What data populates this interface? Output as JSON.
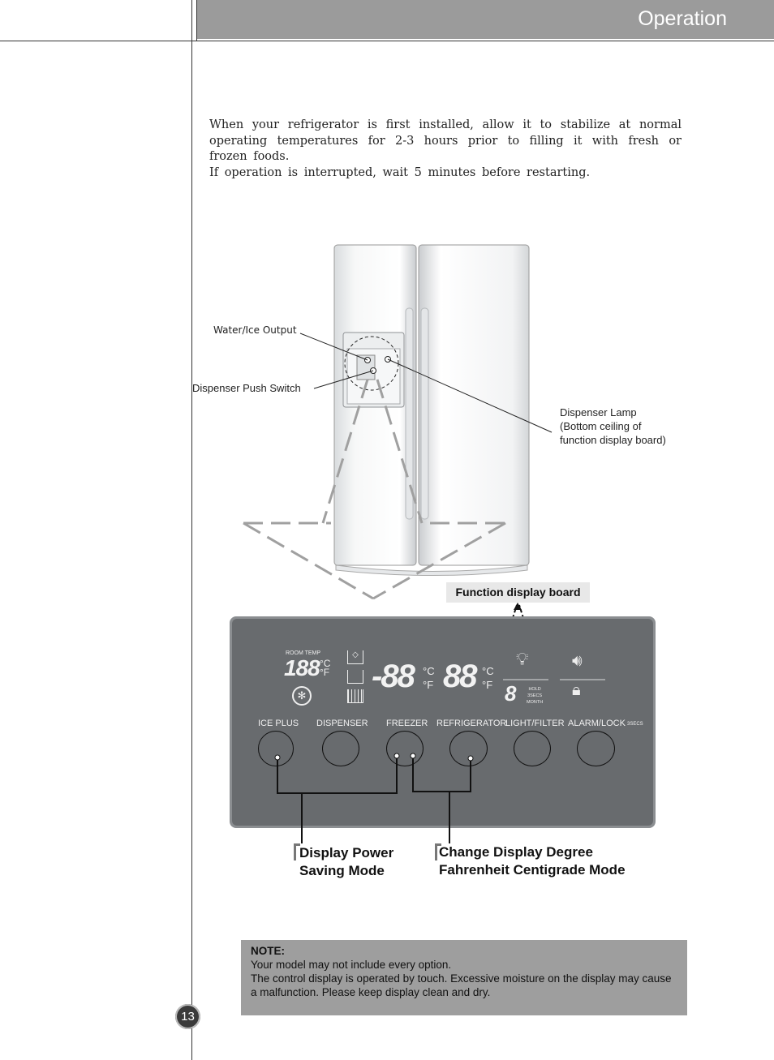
{
  "header": {
    "title": "Operation"
  },
  "intro": {
    "line1": "When your refrigerator is first installed, allow it to stabilize at normal operating temperatures for 2-3 hours prior to filling it with fresh or frozen foods.",
    "line2": "If operation is interrupted, wait 5 minutes before restarting."
  },
  "callouts": {
    "water_ice_output": "Water/Ice Output",
    "dispenser_push_switch": "Dispenser Push Switch",
    "dispenser_lamp_1": "Dispenser Lamp",
    "dispenser_lamp_2": "(Bottom ceiling of",
    "dispenser_lamp_3": "function display board)",
    "function_display_board": "Function display board"
  },
  "panel": {
    "room_temp": "ROOM TEMP",
    "seg_room": "188",
    "seg_freezer": "-88",
    "seg_fridge": "88",
    "seg_filter": "8",
    "unit_c": "°C",
    "unit_f": "°F",
    "hold": "HOLD",
    "three_secs": "3SECS",
    "month": "MONTH",
    "buttons": [
      {
        "label": "ICE PLUS"
      },
      {
        "label": "DISPENSER"
      },
      {
        "label": "FREEZER"
      },
      {
        "label": "REFRIGERATOR"
      },
      {
        "label": "LIGHT/FILTER"
      },
      {
        "label": "ALARM/LOCK"
      }
    ],
    "alarm_suffix": "3SECS"
  },
  "legend": {
    "power_saving_1": "Display Power",
    "power_saving_2": "Saving Mode",
    "degree_1": "Change Display Degree",
    "degree_2": "Fahrenheit Centigrade Mode"
  },
  "note": {
    "heading": "NOTE:",
    "line1": "Your model may not include every option.",
    "line2": "The control display is operated by touch. Excessive moisture on the display may cause a malfunction. Please keep display clean and dry."
  },
  "page_number": "13",
  "colors": {
    "header_bg": "#9b9b9b",
    "panel_bg": "#6a6d70",
    "note_bg": "#9e9e9e"
  }
}
